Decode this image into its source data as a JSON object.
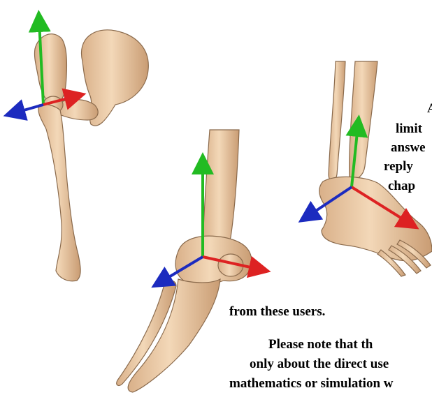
{
  "colors": {
    "bone": "#efd0ad",
    "bone_shade": "#c9a07a",
    "bone_outline": "#8a6a4c",
    "axis_green": "#22bb22",
    "axis_red": "#dd2222",
    "axis_blue": "#1c2bbf",
    "background": "#ffffff"
  },
  "figures": [
    {
      "name": "hip-joint",
      "axes": [
        "green-up",
        "red-right",
        "blue-left"
      ]
    },
    {
      "name": "knee-joint",
      "axes": [
        "green-up",
        "red-right",
        "blue-left-down"
      ]
    },
    {
      "name": "ankle-joint",
      "axes": [
        "green-up",
        "red-right-down",
        "blue-left-down"
      ]
    }
  ],
  "text": {
    "right_column": [
      "A",
      "limit",
      "answe",
      "reply",
      "chap"
    ],
    "line_users": "from these users.",
    "line_note": "Please note that th",
    "line_direct": "only about the direct use",
    "line_math": "mathematics or simulation w"
  }
}
